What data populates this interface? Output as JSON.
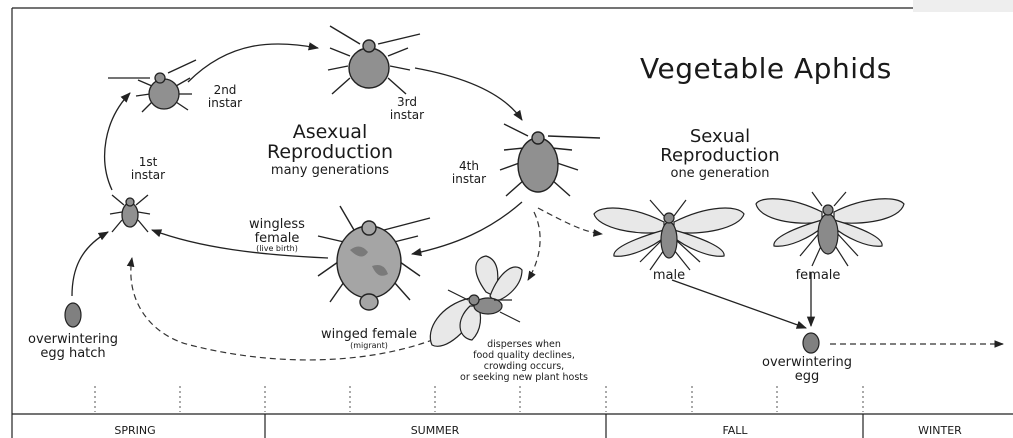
{
  "title": "Vegetable Aphids",
  "asexual": {
    "heading_line1": "Asexual",
    "heading_line2": "Reproduction",
    "sub": "many generations"
  },
  "sexual": {
    "heading_line1": "Sexual",
    "heading_line2": "Reproduction",
    "sub": "one generation"
  },
  "stages": {
    "first_instar": [
      "1st",
      "instar"
    ],
    "second_instar": [
      "2nd",
      "instar"
    ],
    "third_instar": [
      "3rd",
      "instar"
    ],
    "fourth_instar": [
      "4th",
      "instar"
    ]
  },
  "wingless_female": {
    "line1": "wingless",
    "line2": "female",
    "note": "(live birth)"
  },
  "winged_female": {
    "label": "winged female",
    "note": "(migrant)"
  },
  "dispersal_note": [
    "disperses when",
    "food quality declines,",
    "crowding occurs,",
    "or seeking new plant hosts"
  ],
  "egg_hatch": [
    "overwintering",
    "egg hatch"
  ],
  "overwintering_egg": [
    "overwintering",
    "egg"
  ],
  "male": "male",
  "female": "female",
  "seasons": [
    "SPRING",
    "SUMMER",
    "FALL",
    "WINTER"
  ]
}
